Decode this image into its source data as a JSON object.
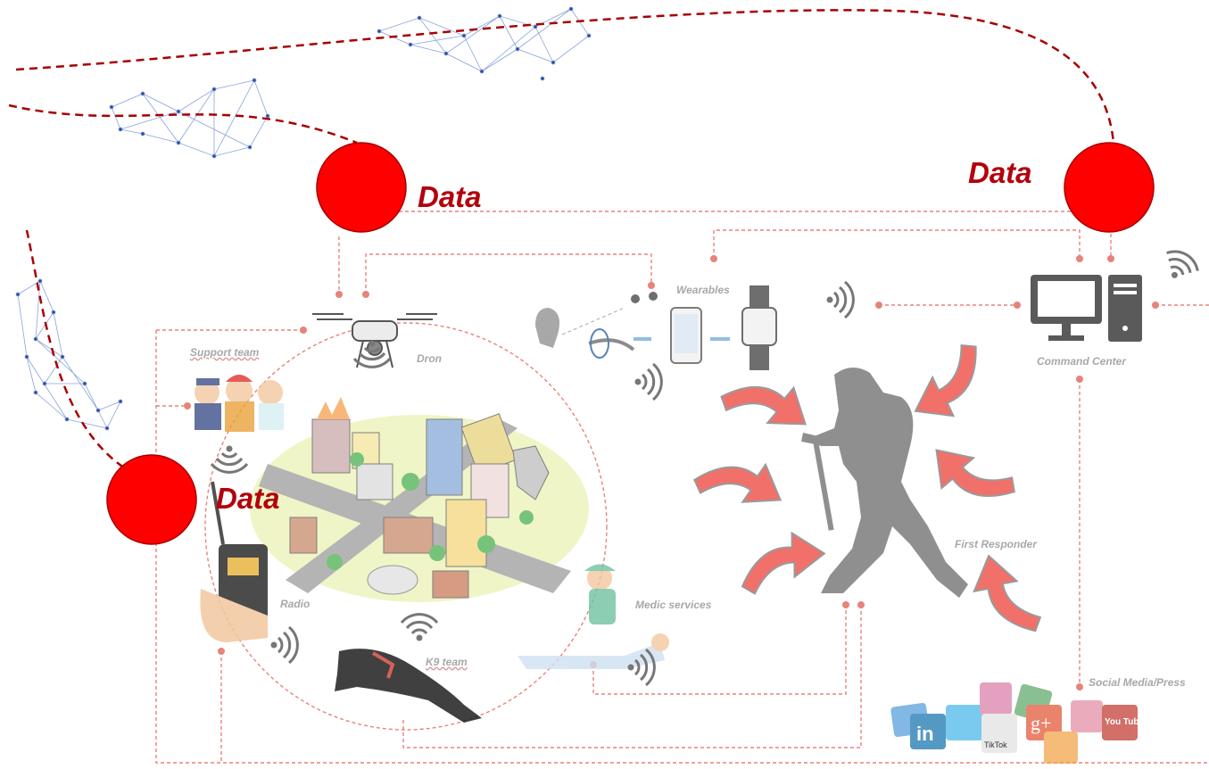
{
  "data_labels": {
    "top": "Data",
    "right": "Data",
    "left": "Data"
  },
  "nodes": {
    "support_team": "Support team",
    "dron": "Dron",
    "wearables": "Wearables",
    "command_center": "Command Center",
    "first_responder": "First Responder",
    "medic_services": "Medic services",
    "radio": "Radio",
    "k9_team": "K9 team",
    "social_media_press": "Social Media/Press"
  },
  "social_icons": {
    "linkedin": "in",
    "google_plus": "g+",
    "youtube": "You Tube",
    "tiktok": "TikTok"
  },
  "colors": {
    "data_circle": "#ff0000",
    "data_label": "#b3000c",
    "dashed_line": "#a80000",
    "connector": "#e8837a",
    "arrow": "#f2706a",
    "silhouette": "#8f8f8f"
  }
}
